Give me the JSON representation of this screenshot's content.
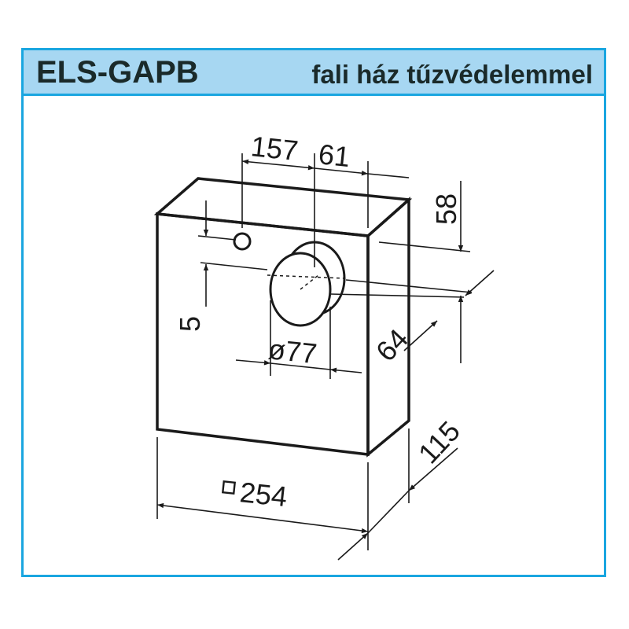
{
  "header": {
    "code": "ELS-GAPB",
    "description": "fali ház tűzvédelemmel"
  },
  "dimensions": {
    "d157": "157",
    "d61": "61",
    "d58": "58",
    "d5": "5",
    "d77": "ø77",
    "d64": "64",
    "d254": "254",
    "d115": "115"
  },
  "colors": {
    "border": "#1aa6e0",
    "header_bg": "#a7d7f2",
    "line": "#1a1a1a"
  }
}
